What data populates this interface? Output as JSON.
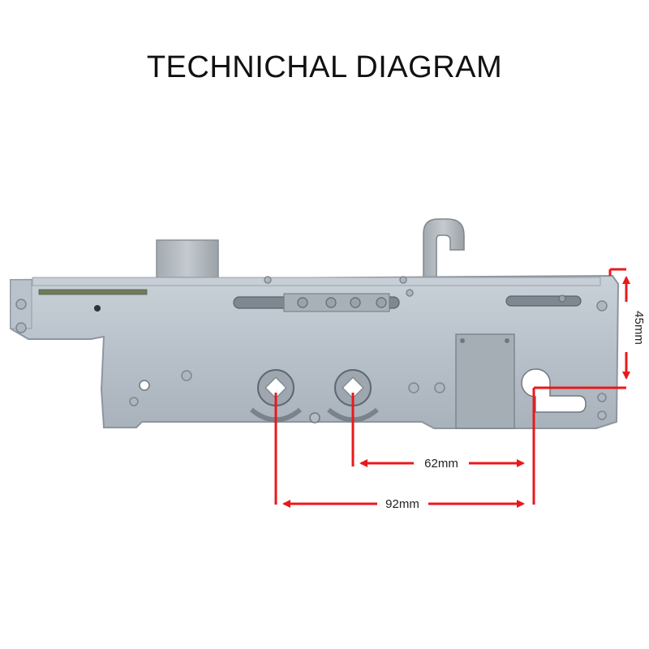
{
  "title": "TECHNICHAL DIAGRAM",
  "dimensions": {
    "backset": "62mm",
    "centres": "92mm",
    "height": "45mm"
  },
  "colors": {
    "dimension_line": "#e8191c",
    "lock_body": "#b9c2cb",
    "lock_edge": "#8d969f",
    "faceplate": "#a7b0b9"
  }
}
